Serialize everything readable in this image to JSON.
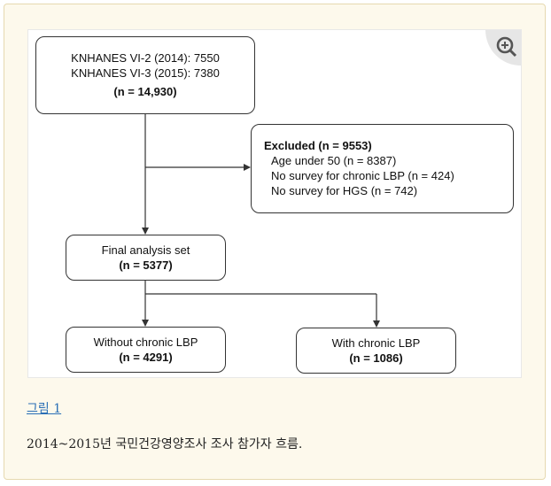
{
  "figure": {
    "link_label": "그림 1",
    "caption": "2014~2015년 국민건강영양조사 조사 참가자 흐름.",
    "zoom_icon": "zoom-in-icon"
  },
  "flowchart": {
    "source": {
      "line1": "KNHANES VI-2 (2014): 7550",
      "line2": "KNHANES VI-3 (2015): 7380",
      "line3": "(n = 14,930)"
    },
    "excluded": {
      "title": "Excluded (n = 9553)",
      "items": [
        "Age under 50 (n = 8387)",
        "No survey for chronic LBP (n = 424)",
        "No survey for HGS (n = 742)"
      ]
    },
    "final": {
      "line1": "Final analysis set",
      "line2": "(n = 5377)"
    },
    "without": {
      "line1": "Without chronic LBP",
      "line2": "(n = 4291)"
    },
    "with": {
      "line1": "With chronic LBP",
      "line2": "(n = 1086)"
    }
  }
}
